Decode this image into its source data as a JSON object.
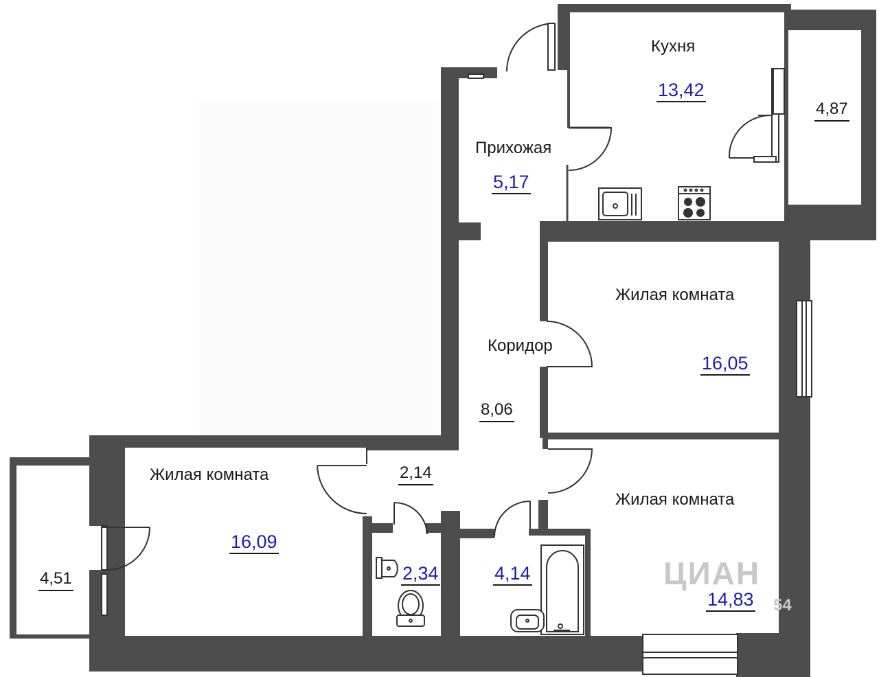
{
  "rooms": {
    "kitchen": {
      "name": "Кухня",
      "area": "13,42"
    },
    "hall": {
      "name": "Прихожая",
      "area": "5,17"
    },
    "corridor": {
      "name": "Коридор",
      "area": "8,06"
    },
    "living_right": {
      "name": "Жилая комната",
      "area": "16,05"
    },
    "living_left": {
      "name": "Жилая комната",
      "area": "16,09"
    },
    "living_bottom": {
      "name": "Жилая комната",
      "area": "14,83"
    },
    "balcony_right": {
      "area": "4,87"
    },
    "balcony_left": {
      "area": "4,51"
    },
    "passage": {
      "area": "2,14"
    },
    "toilet": {
      "area": "2,34"
    },
    "bathroom": {
      "area": "4,14"
    }
  },
  "watermark": {
    "text": "ЦИАН",
    "suffix": "54"
  },
  "colors": {
    "wall": "#4d4d4d",
    "area_blue": "#1c1fb0",
    "text": "#1a1a1a"
  },
  "icons": [
    "sink-icon",
    "stove-icon",
    "washbasin-icon",
    "toilet-icon",
    "bathtub-icon"
  ]
}
